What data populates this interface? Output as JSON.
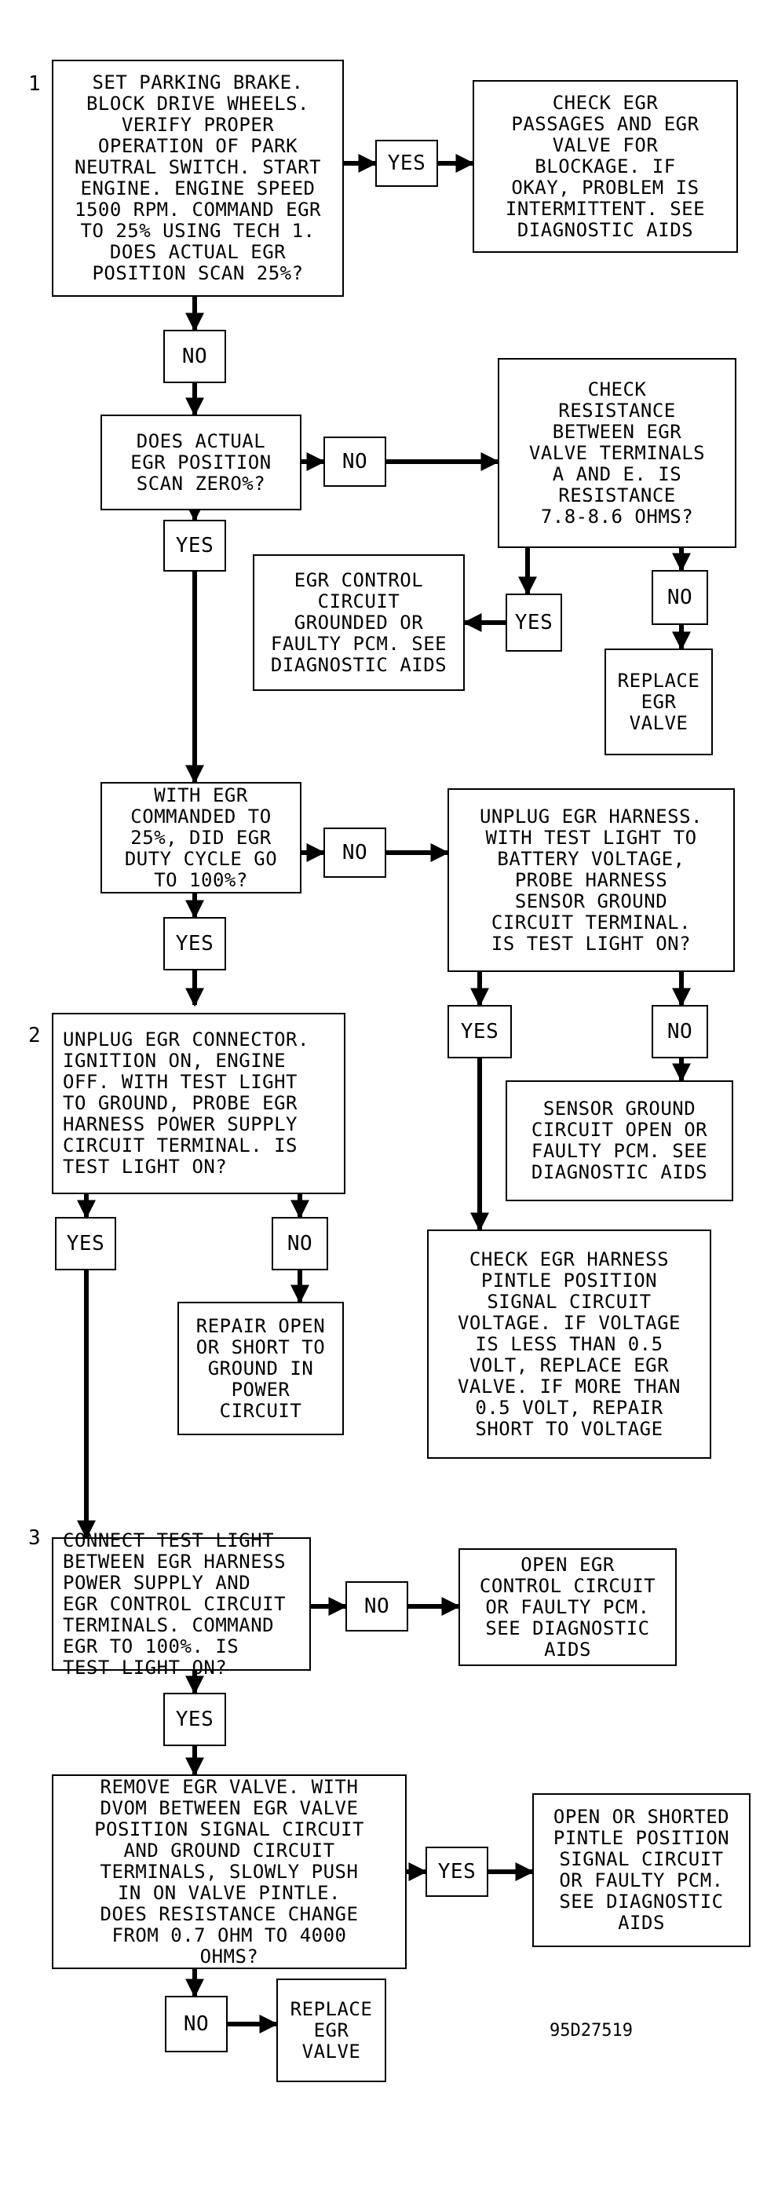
{
  "step_numbers": {
    "s1": "1",
    "s2": "2",
    "s3": "3"
  },
  "boxes": {
    "q1": "SET PARKING BRAKE.\nBLOCK DRIVE WHEELS.\nVERIFY PROPER\nOPERATION OF PARK\nNEUTRAL SWITCH. START\nENGINE. ENGINE SPEED\n1500 RPM. COMMAND EGR\nTO 25% USING TECH 1.\nDOES ACTUAL EGR\nPOSITION SCAN 25%?",
    "r1": "CHECK EGR\nPASSAGES AND EGR\nVALVE FOR\nBLOCKAGE. IF\nOKAY, PROBLEM IS\nINTERMITTENT. SEE\nDIAGNOSTIC AIDS",
    "q2": "DOES ACTUAL\nEGR POSITION\nSCAN ZERO%?",
    "q3": "CHECK\nRESISTANCE\nBETWEEN EGR\nVALVE TERMINALS\nA AND E. IS\nRESISTANCE\n7.8-8.6 OHMS?",
    "r2": "EGR CONTROL\nCIRCUIT\nGROUNDED OR\nFAULTY PCM. SEE\nDIAGNOSTIC AIDS",
    "r3": "REPLACE\nEGR\nVALVE",
    "q4": "WITH EGR\nCOMMANDED TO\n25%, DID EGR\nDUTY CYCLE GO\nTO 100%?",
    "q5": "UNPLUG EGR HARNESS.\nWITH TEST LIGHT TO\nBATTERY VOLTAGE,\nPROBE HARNESS\nSENSOR GROUND\nCIRCUIT TERMINAL.\nIS TEST LIGHT ON?",
    "q6": "UNPLUG EGR CONNECTOR.\nIGNITION ON, ENGINE\nOFF. WITH TEST LIGHT\nTO GROUND, PROBE EGR\nHARNESS POWER SUPPLY\nCIRCUIT TERMINAL. IS\nTEST LIGHT ON?",
    "r4": "SENSOR GROUND\nCIRCUIT OPEN OR\nFAULTY PCM. SEE\nDIAGNOSTIC AIDS",
    "r5": "CHECK EGR HARNESS\nPINTLE POSITION\nSIGNAL CIRCUIT\nVOLTAGE. IF VOLTAGE\nIS LESS THAN 0.5\nVOLT, REPLACE EGR\nVALVE. IF MORE THAN\n0.5 VOLT, REPAIR\nSHORT TO VOLTAGE",
    "r6": "REPAIR OPEN\nOR SHORT TO\nGROUND IN\nPOWER\nCIRCUIT",
    "q7": "CONNECT TEST LIGHT\nBETWEEN EGR HARNESS\nPOWER SUPPLY AND\nEGR CONTROL CIRCUIT\nTERMINALS. COMMAND\nEGR TO 100%. IS\nTEST LIGHT ON?",
    "r7": "OPEN EGR\nCONTROL CIRCUIT\nOR FAULTY PCM.\nSEE DIAGNOSTIC\nAIDS",
    "q8": "REMOVE EGR VALVE. WITH\nDVOM BETWEEN EGR VALVE\nPOSITION SIGNAL CIRCUIT\nAND GROUND CIRCUIT\nTERMINALS, SLOWLY PUSH\nIN ON VALVE PINTLE.\nDOES RESISTANCE CHANGE\nFROM 0.7 OHM TO 4000\nOHMS?",
    "r8": "OPEN OR SHORTED\nPINTLE POSITION\nSIGNAL CIRCUIT\nOR FAULTY PCM.\nSEE DIAGNOSTIC\nAIDS",
    "r9": "REPLACE\nEGR\nVALVE"
  },
  "answers": {
    "a1": "YES",
    "a2": "NO",
    "a3": "NO",
    "a4": "YES",
    "a5": "YES",
    "a6": "NO",
    "a7": "NO",
    "a8": "YES",
    "a9": "YES",
    "a10": "NO",
    "a11": "YES",
    "a12": "NO",
    "a13": "NO",
    "a14": "YES",
    "a15": "YES",
    "a16": "NO"
  },
  "figure_number": "95D27519"
}
